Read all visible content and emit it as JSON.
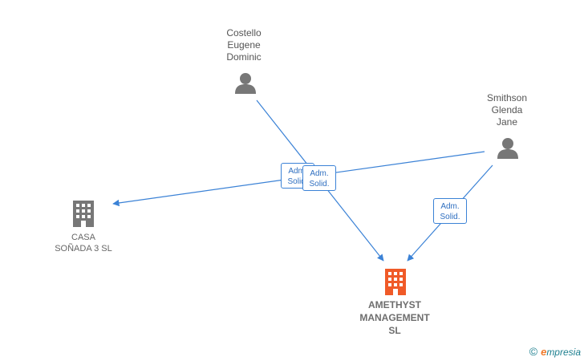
{
  "people": [
    {
      "name": "Costello\nEugene\nDominic",
      "icon": "person-icon"
    },
    {
      "name": "Smithson\nGlenda\nJane",
      "icon": "person-icon"
    }
  ],
  "companies": [
    {
      "name": "CASA\nSOÑADA 3 SL",
      "icon": "building-icon",
      "color": "#777777"
    },
    {
      "name": "AMETHYST\nMANAGEMENT\nSL",
      "icon": "building-icon",
      "color": "#f05a28"
    }
  ],
  "relations": [
    {
      "label": "Adm.\nSolid."
    },
    {
      "label": "Adm.\nSolid."
    },
    {
      "label": "Adm.\nSolid."
    }
  ],
  "brand": {
    "copyright": "©",
    "logo_initial": "e",
    "logo_rest": "mpresia"
  },
  "colors": {
    "edge": "#3b82d6",
    "person": "#777777",
    "main_company": "#f05a28"
  }
}
